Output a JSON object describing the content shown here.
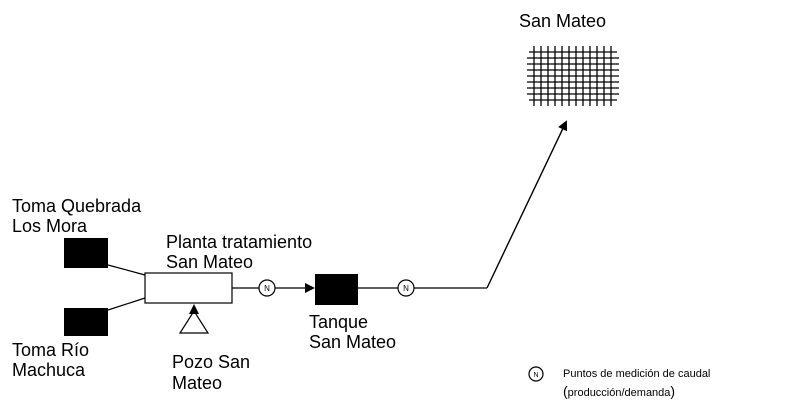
{
  "labels": {
    "san_mateo_top": "San Mateo",
    "toma_quebrada_line1": "Toma Quebrada",
    "toma_quebrada_line2": "Los Mora",
    "planta_line1": "Planta tratamiento",
    "planta_line2": "San Mateo",
    "tanque_line1": "Tanque",
    "tanque_line2": "San Mateo",
    "toma_rio_line1": "Toma Río",
    "toma_rio_line2": "Machuca",
    "pozo_line1": "Pozo San",
    "pozo_line2": "Mateo"
  },
  "meter_symbol": "N",
  "legend": {
    "line1": "Puntos de medición de caudal",
    "line2_open": "(",
    "line2_text": "producción/demanda",
    "line2_close": ")"
  },
  "colors": {
    "line": "#000000",
    "block": "#000000",
    "background": "#ffffff"
  }
}
